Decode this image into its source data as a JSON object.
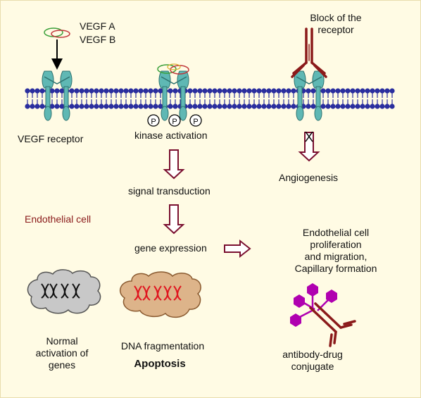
{
  "labels": {
    "vegf_a": "VEGF A",
    "vegf_b": "VEGF B",
    "vegf_receptor": "VEGF receptor",
    "block_receptor": "Block of the\nreceptor",
    "kinase_activation": "kinase activation",
    "phospho": "P",
    "angiogenesis": "Angiogenesis",
    "signal_transduction": "signal transduction",
    "endothelial_cell": "Endothelial cell",
    "gene_expression": "gene expression",
    "proliferation": "Endothelial cell proliferation\nand migration,\nCapillary formation",
    "normal_activation": "Normal\nactivation of\ngenes",
    "dna_fragmentation": "DNA fragmentation",
    "apoptosis": "Apoptosis",
    "adc": "antibody-drug\nconjugate"
  },
  "colors": {
    "background": "#fffbe4",
    "membrane": "#2a2e9e",
    "receptor": "#5fb8b4",
    "antibody": "#8b1a1a",
    "arrow": "#7a1030",
    "payload": "#b000b0",
    "cloud_grey": "#c8c8c8",
    "cloud_tan": "#ddb48a",
    "dna_red": "#e0141e"
  },
  "icons": [
    "vegf-ligand-icon",
    "vegf-receptor-icon",
    "antibody-icon",
    "phosphate-icon",
    "dna-helix-icon",
    "drug-conjugate-icon"
  ]
}
